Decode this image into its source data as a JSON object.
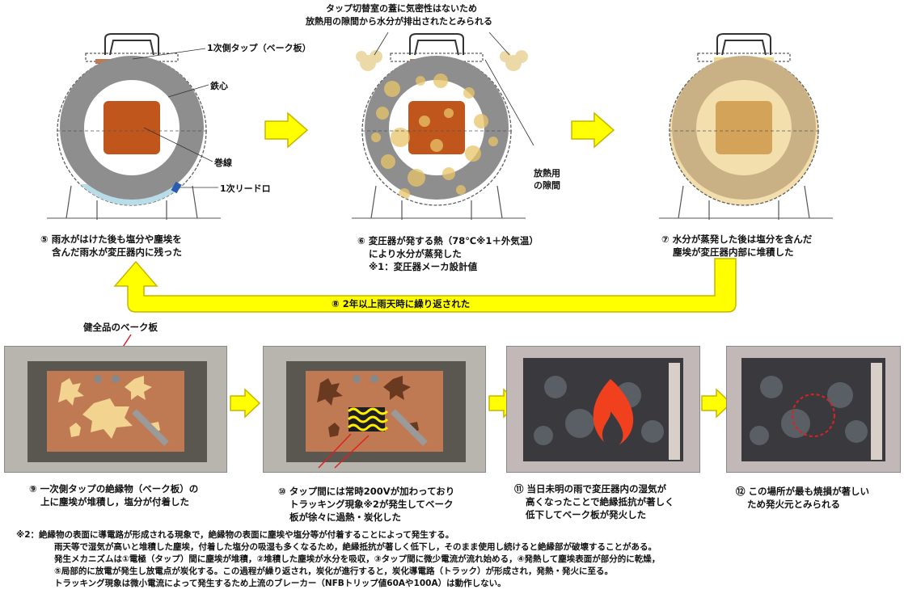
{
  "top_note": {
    "line1": "タップ切替室の蓋に気密性はないため",
    "line2": "放熱用の隙間から水分が排出されたとみられる"
  },
  "labels": {
    "primary_tap": "1次側タップ（ベーク板）",
    "core": "鉄心",
    "winding": "巻線",
    "lead_port": "1次リードロ",
    "gap": "放熱用",
    "gap2": "の隙間",
    "healthy_bake": "健全品のベーク板"
  },
  "captions": {
    "c5": [
      "⑤ 雨水がはけた後も塩分や塵埃を",
      "含んだ雨水が変圧器内に残った"
    ],
    "c6": [
      "⑥ 変圧器が発する熱（78℃※1＋外気温）",
      "により水分が蒸発した",
      "※1：変圧器メーカ設計値"
    ],
    "c7": [
      "⑦ 水分が蒸発した後は塩分を含んだ",
      "塵埃が変圧器内部に堆積した"
    ],
    "c8": "⑧ 2年以上雨天時に繰り返された",
    "c9": [
      "⑨ 一次側タップの絶縁物（ベーク板）の",
      "上に塵埃が堆積し，塩分が付着した"
    ],
    "c10": [
      "⑩ タップ間には常時200Vが加わっており",
      "トラッキング現象※2が発生してベーク",
      "板が徐々に過熱・炭化した"
    ],
    "c11": [
      "⑪ 当日未明の雨で変圧器内の湿気が",
      "高くなったことで絶縁抵抗が著しく",
      "低下してベーク板が発火した"
    ],
    "c12": [
      "⑫ この場所が最も焼損が著しい",
      "ため発火元とみられる"
    ]
  },
  "footnote": [
    "※2：絶縁物の表面に導電路が形成される現象で，絶縁物の表面に塵埃や塩分等が付着することによって発生する。",
    "雨天等で湿気が高いと堆積した塵埃，付着した塩分の吸湿も多くなるため，絶縁抵抗が著しく低下し，そのまま使用し続けると絶縁部が破壊することがある。",
    "発生メカニズムは①電極（タップ）間に塵埃が堆積，②堆積した塵埃が水分を吸収，③タップ間に微少電流が流れ始める，④発熱して塵埃表面が部分的に乾燥，",
    "⑤局部的に放電が発生し放電点が炭化する。この過程が繰り返され，炭化が進行すると，炭化導電路（トラック）が形成され，発熱・発火に至る。",
    "トラッキング現象は微小電流によって発生するため上流のブレーカー（NFBトリップ値60Aや100A）は動作しない。"
  ],
  "colors": {
    "arrow_fill": "#ffff00",
    "arrow_stroke": "#c8b400",
    "core": "#8e8e8e",
    "winding": "#c0561b",
    "bake": "#c07a53",
    "dust": "#e8c56a",
    "water": "#b8dde8",
    "flame": "#f0401e"
  }
}
